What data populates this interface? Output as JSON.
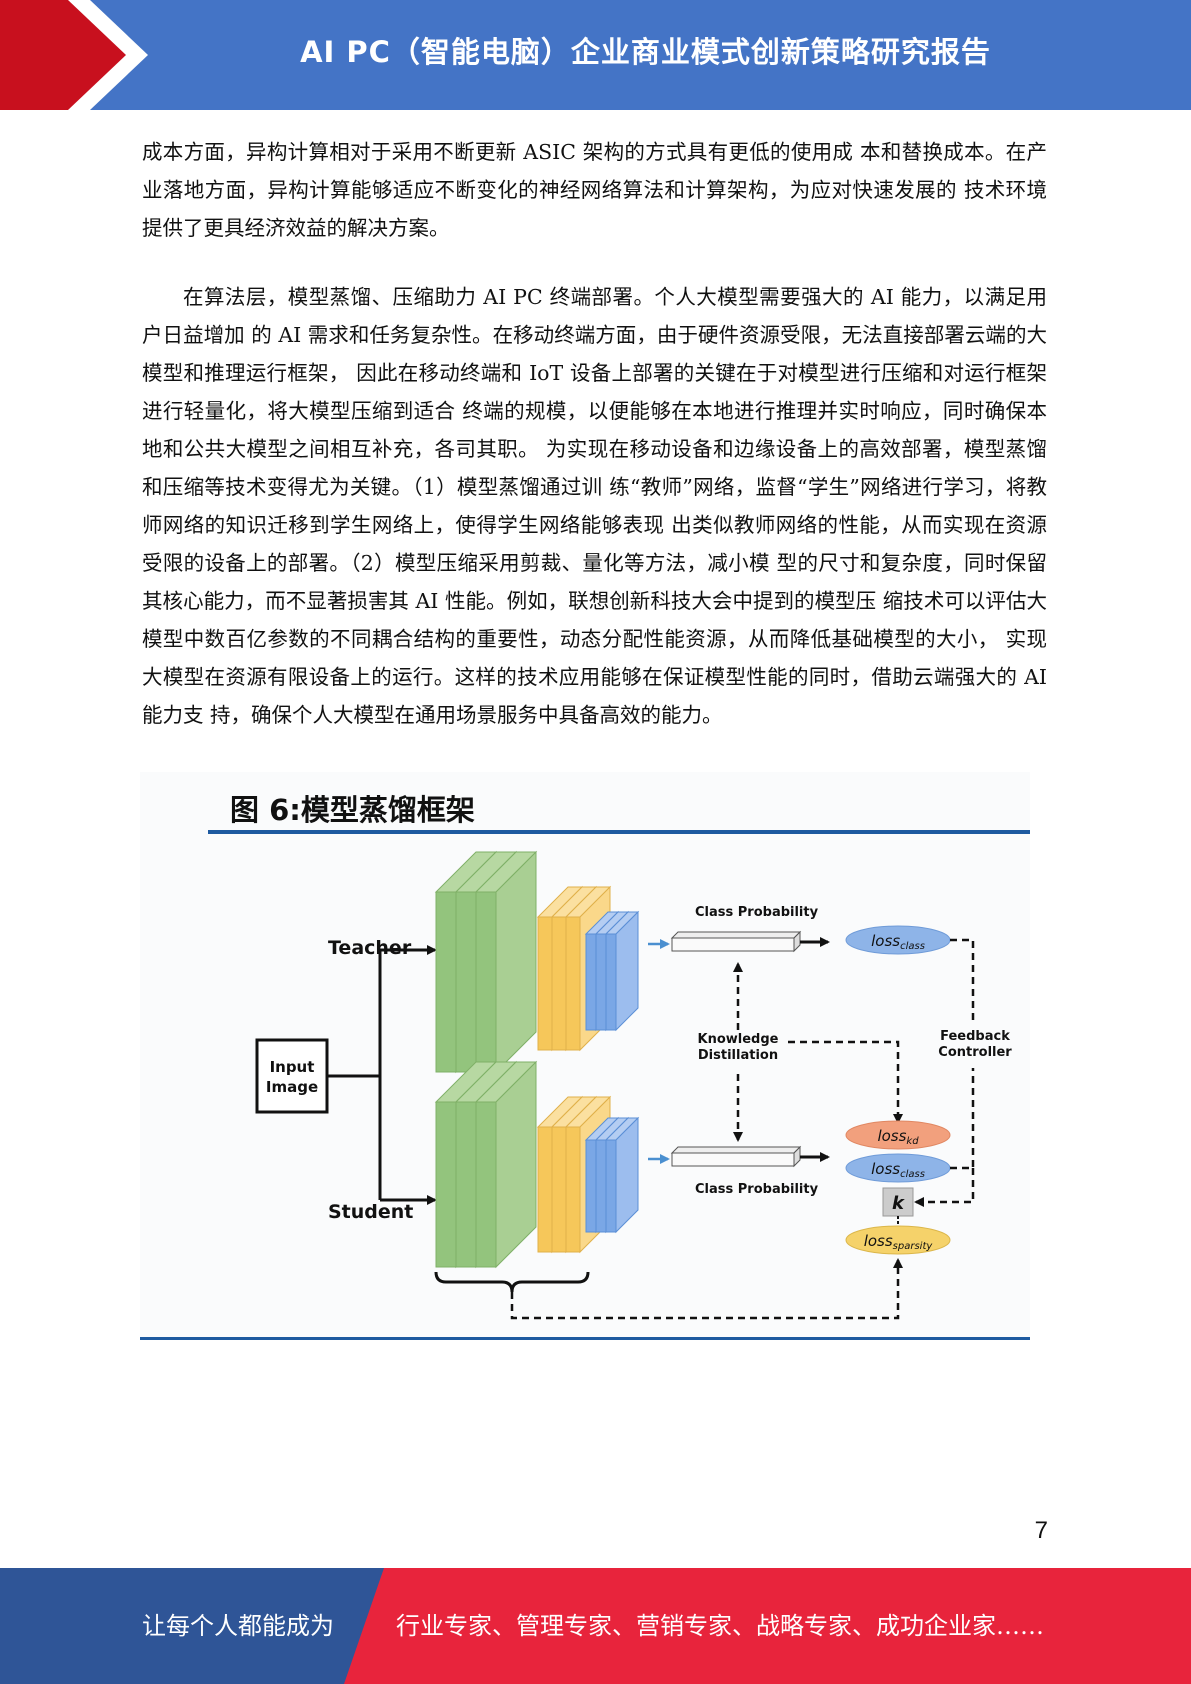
{
  "header": {
    "title": "AI PC（智能电脑）企业商业模式创新策略研究报告",
    "colors": {
      "bar": "#4474c6",
      "chevron": "#c8101e"
    }
  },
  "body": {
    "paragraph_1": "成本方面，异构计算相对于采用不断更新 ASIC 架构的方式具有更低的使用成 本和替换成本。在产业落地方面，异构计算能够适应不断变化的神经网络算法和计算架构，为应对快速发展的 技术环境提供了更具经济效益的解决方案。",
    "paragraph_2": "在算法层，模型蒸馏、压缩助力 AI PC 终端部署。个人大模型需要强大的 AI 能力，以满足用户日益增加 的 AI 需求和任务复杂性。在移动终端方面，由于硬件资源受限，无法直接部署云端的大模型和推理运行框架， 因此在移动终端和 IoT 设备上部署的关键在于对模型进行压缩和对运行框架进行轻量化，将大模型压缩到适合 终端的规模，以便能够在本地进行推理并实时响应，同时确保本地和公共大模型之间相互补充，各司其职。 为实现在移动设备和边缘设备上的高效部署，模型蒸馏和压缩等技术变得尤为关键。（1）模型蒸馏通过训 练“教师”网络，监督“学生”网络进行学习，将教师网络的知识迁移到学生网络上，使得学生网络能够表现 出类似教师网络的性能，从而实现在资源受限的设备上的部署。（2）模型压缩采用剪裁、量化等方法，减小模 型的尺寸和复杂度，同时保留其核心能力，而不显著损害其 AI 性能。例如，联想创新科技大会中提到的模型压 缩技术可以评估大模型中数百亿参数的不同耦合结构的重要性，动态分配性能资源，从而降低基础模型的大小， 实现大模型在资源有限设备上的运行。这样的技术应用能够在保证模型性能的同时，借助云端强大的 AI 能力支 持，确保个人大模型在通用场景服务中具备高效的能力。"
  },
  "figure": {
    "title": "图 6:模型蒸馏框架",
    "labels": {
      "input_line1": "Input",
      "input_line2": "Image",
      "teacher": "Teacher",
      "student": "Student",
      "class_probability_top": "Class Probability",
      "class_probability_bottom": "Class Probability",
      "knowledge_line1": "Knowledge",
      "knowledge_line2": "Distillation",
      "feedback_line1": "Feedback",
      "feedback_line2": "Controller",
      "k": "k"
    },
    "losses": {
      "class_top": {
        "base": "loss",
        "sub": "class"
      },
      "kd": {
        "base": "loss",
        "sub": "kd"
      },
      "class_bottom": {
        "base": "loss",
        "sub": "class"
      },
      "sparsity": {
        "base": "loss",
        "sub": "sparsity"
      }
    },
    "colors": {
      "green_layer": "#93c47d",
      "yellow_layer": "#f6c75a",
      "blue_layer": "#7aa7e6",
      "loss_class": "#8eb4e8",
      "loss_kd": "#f2a07d",
      "loss_sparsity": "#f5d26a",
      "rule": "#1e5aa0"
    }
  },
  "page_number": "7",
  "footer": {
    "left_text": "让每个人都能成为",
    "right_text": "行业专家、管理专家、营销专家、战略专家、成功企业家……",
    "colors": {
      "left": "#2f5597",
      "right": "#e8243c"
    }
  }
}
